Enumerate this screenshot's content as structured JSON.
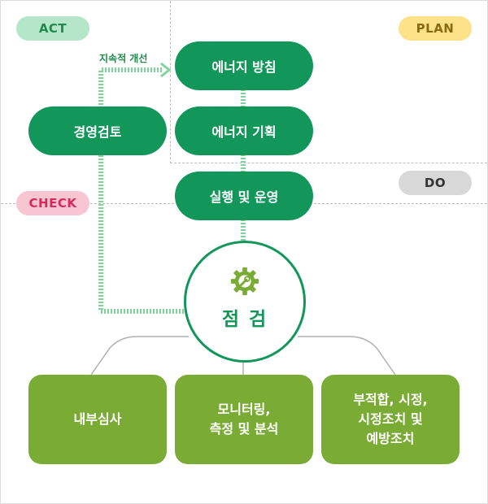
{
  "tags": {
    "act": "ACT",
    "plan": "PLAN",
    "do": "DO",
    "check": "CHECK"
  },
  "steps": {
    "energy_policy": "에너지 방침",
    "energy_planning": "에너지 기획",
    "implementation": "실행 및 운영",
    "management_review": "경영검토"
  },
  "arrow_label": "지속적 개선",
  "center": {
    "label": "점 검",
    "icon": "gear-wrench-icon"
  },
  "check_items": [
    "내부심사",
    "모니터링,\n측정 및 분석",
    "부적합, 시정,\n시정조치 및\n예방조치"
  ],
  "colors": {
    "primary_green": "#12965a",
    "light_green": "#7aab35"
  }
}
